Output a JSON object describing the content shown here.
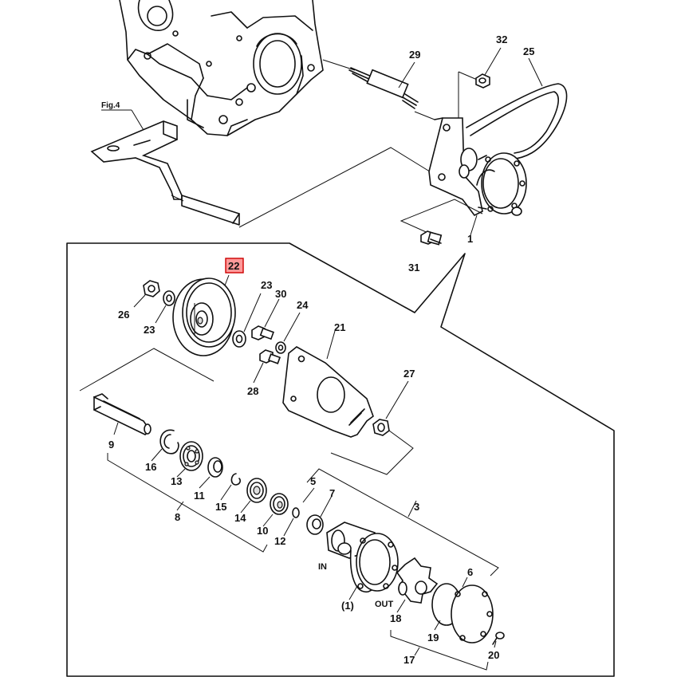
{
  "figure": {
    "fig_ref": "Fig.4",
    "inlet_label": "IN",
    "outlet_label": "OUT",
    "highlight_color": "#ff9999",
    "highlight_stroke": "#cc0000"
  },
  "callouts": [
    {
      "id": "c1",
      "text": "1"
    },
    {
      "id": "c3",
      "text": "3"
    },
    {
      "id": "c5",
      "text": "5"
    },
    {
      "id": "c6",
      "text": "6"
    },
    {
      "id": "c7",
      "text": "7"
    },
    {
      "id": "c8",
      "text": "8"
    },
    {
      "id": "c9",
      "text": "9"
    },
    {
      "id": "c10",
      "text": "10"
    },
    {
      "id": "c11",
      "text": "11"
    },
    {
      "id": "c12",
      "text": "12"
    },
    {
      "id": "c13",
      "text": "13"
    },
    {
      "id": "c14",
      "text": "14"
    },
    {
      "id": "c15",
      "text": "15"
    },
    {
      "id": "c16",
      "text": "16"
    },
    {
      "id": "c17",
      "text": "17"
    },
    {
      "id": "c18",
      "text": "18"
    },
    {
      "id": "c19",
      "text": "19"
    },
    {
      "id": "c20",
      "text": "20"
    },
    {
      "id": "c21",
      "text": "21"
    },
    {
      "id": "c22",
      "text": "22"
    },
    {
      "id": "c23a",
      "text": "23"
    },
    {
      "id": "c23b",
      "text": "23"
    },
    {
      "id": "c24",
      "text": "24"
    },
    {
      "id": "c25",
      "text": "25"
    },
    {
      "id": "c26",
      "text": "26"
    },
    {
      "id": "c27",
      "text": "27"
    },
    {
      "id": "c28",
      "text": "28"
    },
    {
      "id": "c29",
      "text": "29"
    },
    {
      "id": "c30",
      "text": "30"
    },
    {
      "id": "c31",
      "text": "31"
    },
    {
      "id": "c32",
      "text": "32"
    },
    {
      "id": "c1p",
      "text": "(1)"
    }
  ]
}
